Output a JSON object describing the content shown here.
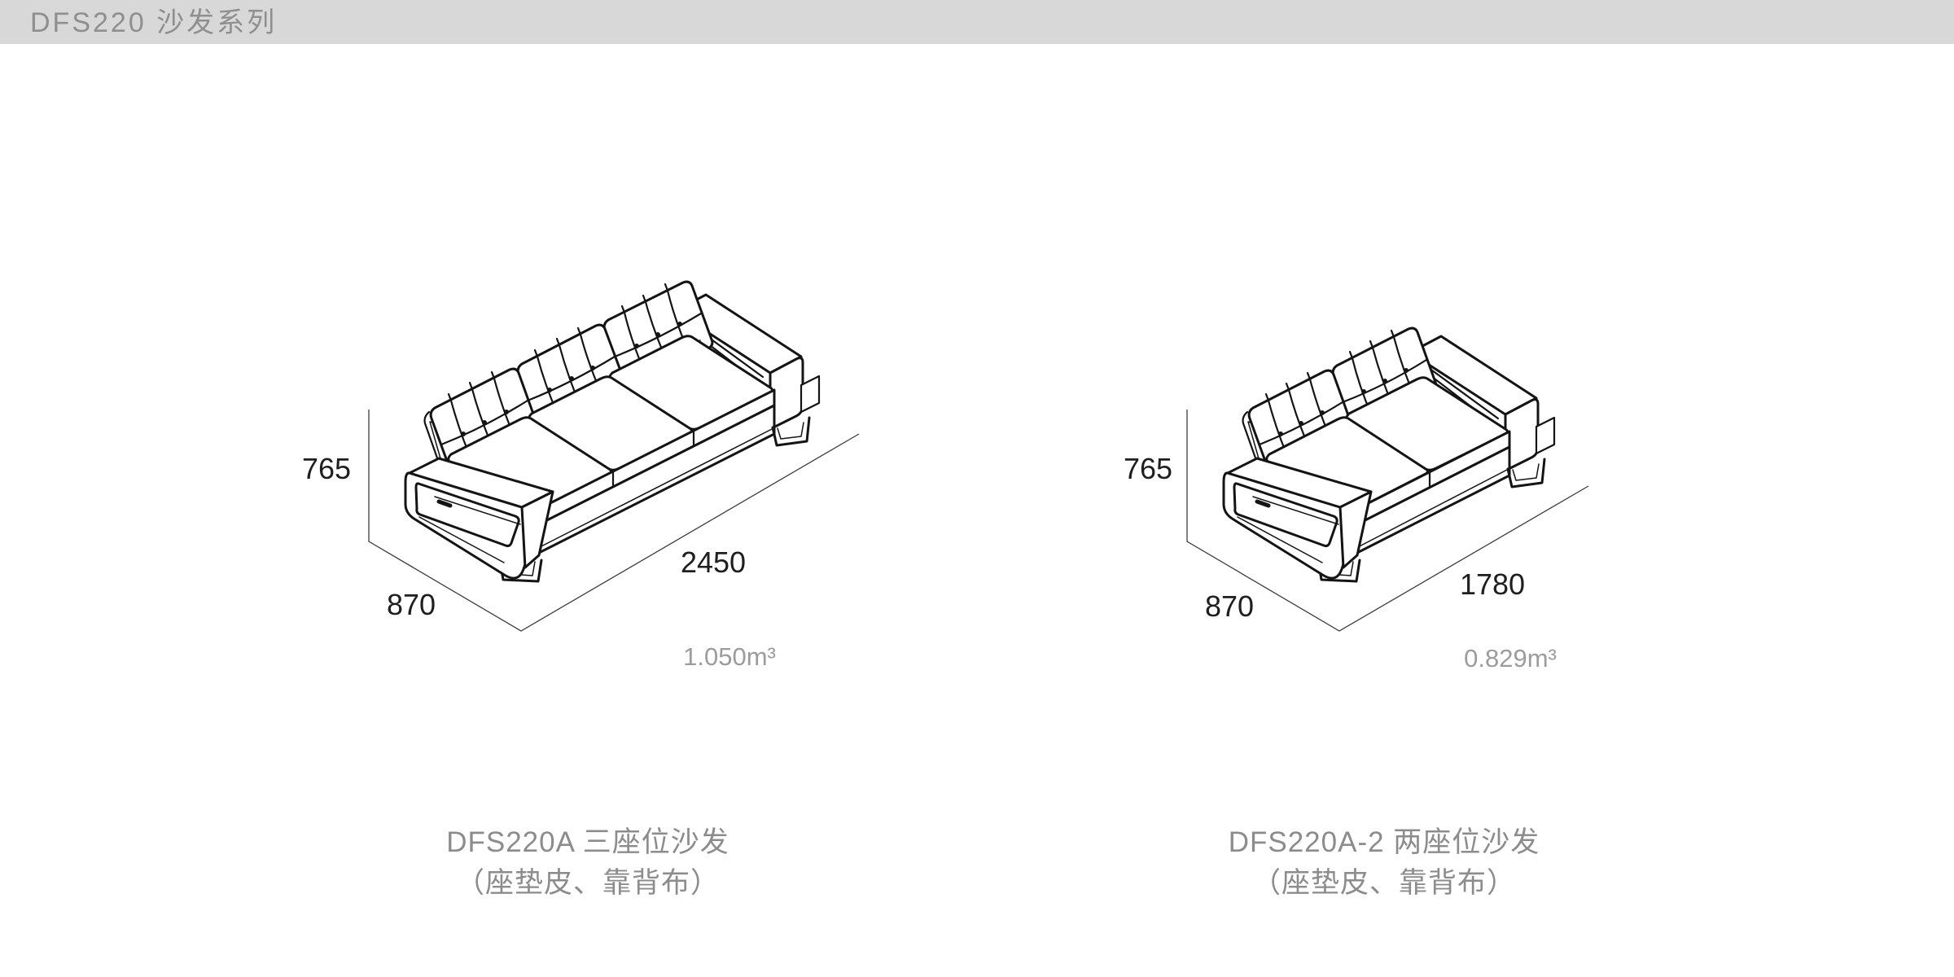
{
  "header": {
    "title": "DFS220 沙发系列",
    "bar_color": "#d8d8d8",
    "text_color": "#8f8f8f"
  },
  "products": [
    {
      "caption_line1": "DFS220A 三座位沙发",
      "caption_line2": "（座垫皮、靠背布）",
      "seat_count": 3,
      "height_mm": "765",
      "depth_mm": "870",
      "width_mm": "2450",
      "volume": "1.050m³"
    },
    {
      "caption_line1": "DFS220A-2 两座位沙发",
      "caption_line2": "（座垫皮、靠背布）",
      "seat_count": 2,
      "height_mm": "765",
      "depth_mm": "870",
      "width_mm": "1780",
      "volume": "0.829m³"
    }
  ],
  "line_art_color": "#141414",
  "dimension_line_color": "#3c3c3c",
  "volume_text_color": "#9c9c9c"
}
